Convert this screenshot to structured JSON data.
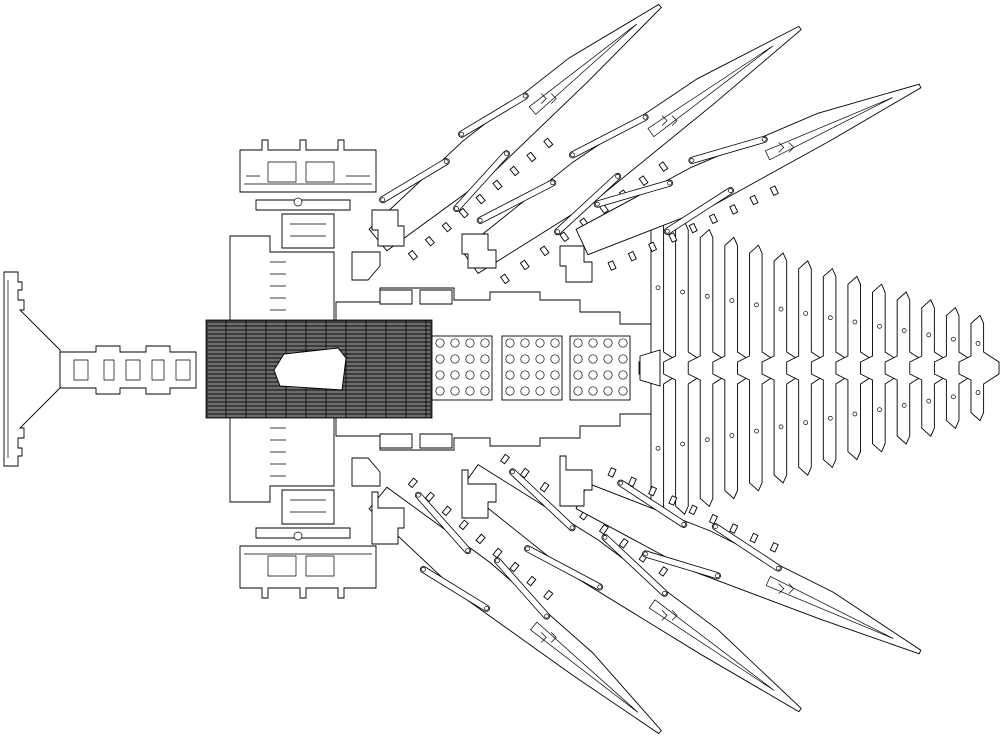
{
  "colors": {
    "background": "#ffffff",
    "line": "#000000",
    "grate": "#3c3c3c"
  },
  "drawing": {
    "type": "laser-cut parts sheet (line art, no text)",
    "leg_groups": [
      "upper",
      "lower"
    ],
    "legs_per_group": 3,
    "rib_count": 14
  }
}
